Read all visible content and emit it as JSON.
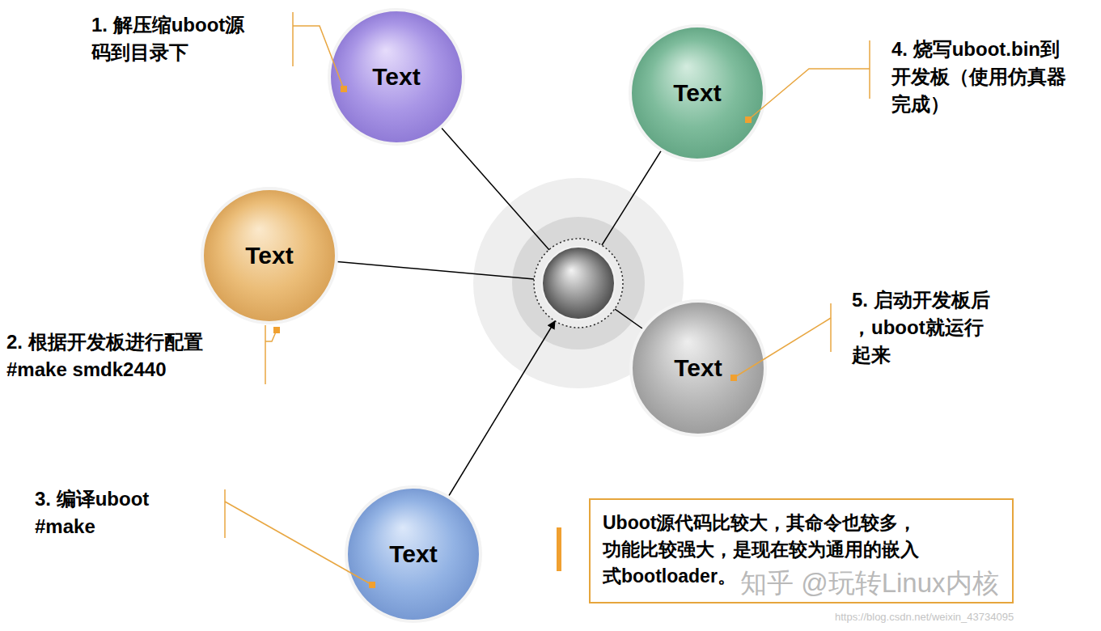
{
  "diagram": {
    "nodes": [
      {
        "text": [
          "Text"
        ]
      },
      {
        "text": [
          "Text"
        ]
      },
      {
        "text": [
          "Text"
        ]
      },
      {
        "text": [
          "Text"
        ]
      },
      {
        "text": [
          "Text"
        ]
      },
      {
        "text": [
          "Uboot源代码比较大，其命令也较多， 功能比较强大，是现在较为通用的嵌入 式bootloader。"
        ]
      }
    ],
    "labels": [
      "1. 解压缩uboot源 码到目录下",
      "4. 烧写uboot.bin到 开发板（使用仿真器 完成）",
      "5. 启动开发板后 ，uboot就运行 起来",
      "2. 根据开发板进行配置 #make smdk2440",
      "3. 编译uboot #make",
      "知乎 @玩转Linux内核",
      "https://blog.csdn.net/weixin_43734095"
    ]
  }
}
